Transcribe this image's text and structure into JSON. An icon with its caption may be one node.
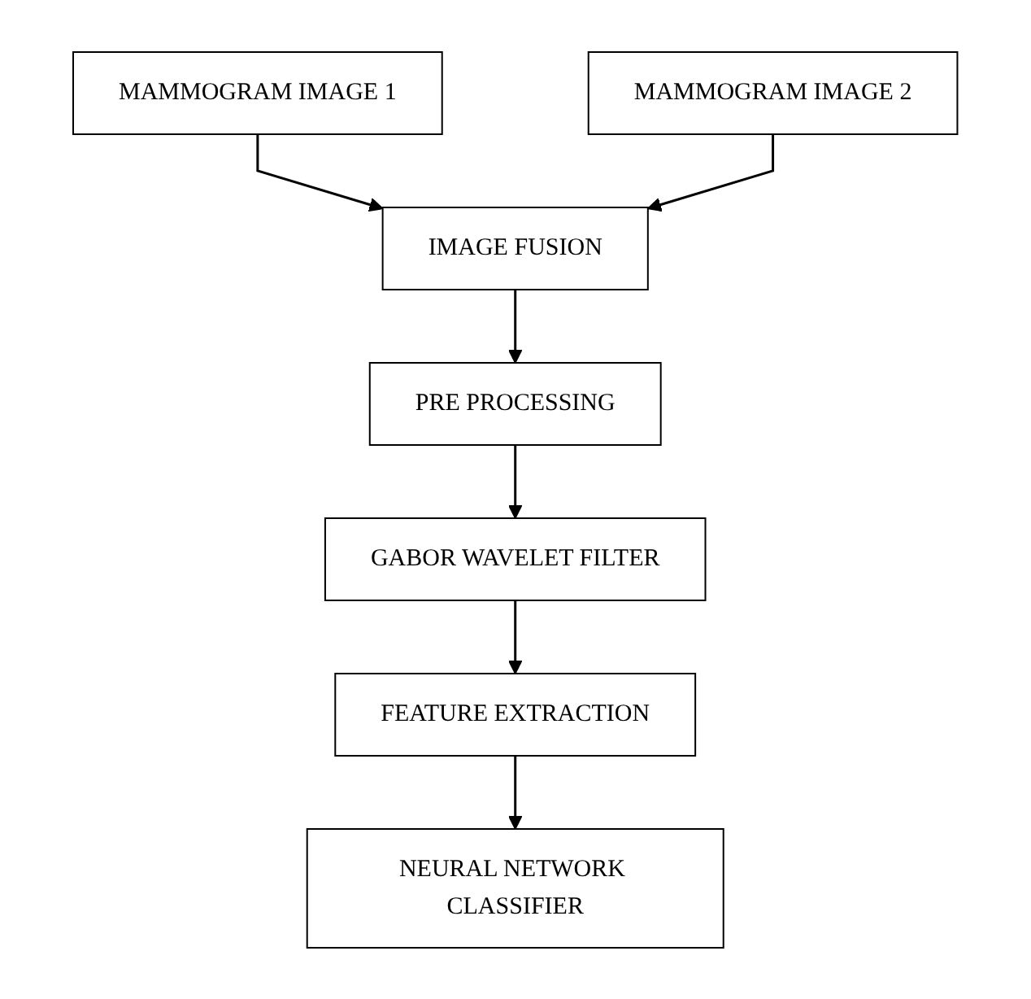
{
  "diagram": {
    "nodes": [
      {
        "text": [
          "MAMMOGRAM IMAGE 1"
        ]
      },
      {
        "text": [
          "MAMMOGRAM IMAGE 2"
        ]
      },
      {
        "text": [
          "IMAGE FUSION"
        ]
      },
      {
        "text": [
          "PRE PROCESSING"
        ]
      },
      {
        "text": [
          "GABOR WAVELET FILTER"
        ]
      },
      {
        "text": [
          "FEATURE EXTRACTION"
        ]
      },
      {
        "text": [
          "NEURAL NETWORK CLASSIFIER"
        ]
      }
    ],
    "edges": [
      {
        "from": 0,
        "to": 2,
        "arrow": "to"
      },
      {
        "from": 1,
        "to": 2,
        "arrow": "to"
      },
      {
        "from": 2,
        "to": 3,
        "arrow": "to"
      },
      {
        "from": 3,
        "to": 4,
        "arrow": "to"
      },
      {
        "from": 4,
        "to": 5,
        "arrow": "to"
      },
      {
        "from": 5,
        "to": 6,
        "arrow": "to"
      }
    ]
  }
}
